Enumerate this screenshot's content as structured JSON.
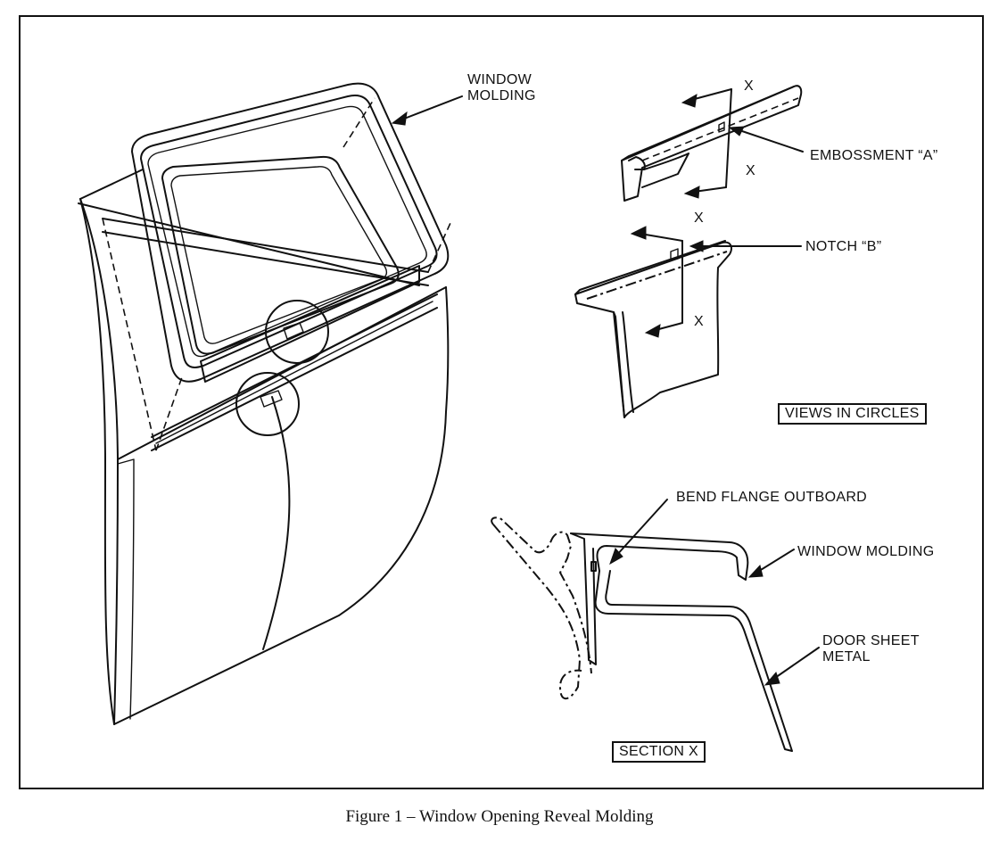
{
  "labels": {
    "window_molding_top_1": "WINDOW",
    "window_molding_top_2": "MOLDING",
    "embossment": "EMBOSSMENT “A”",
    "notch": "NOTCH “B”",
    "x_marker": "X",
    "views_in_circles": "VIEWS IN CIRCLES",
    "bend_flange": "BEND FLANGE OUTBOARD",
    "window_molding_section": "WINDOW MOLDING",
    "door_sheet_metal_1": "DOOR SHEET",
    "door_sheet_metal_2": "METAL",
    "section_x": "SECTION X"
  },
  "caption": "Figure 1 – Window Opening Reveal Molding"
}
